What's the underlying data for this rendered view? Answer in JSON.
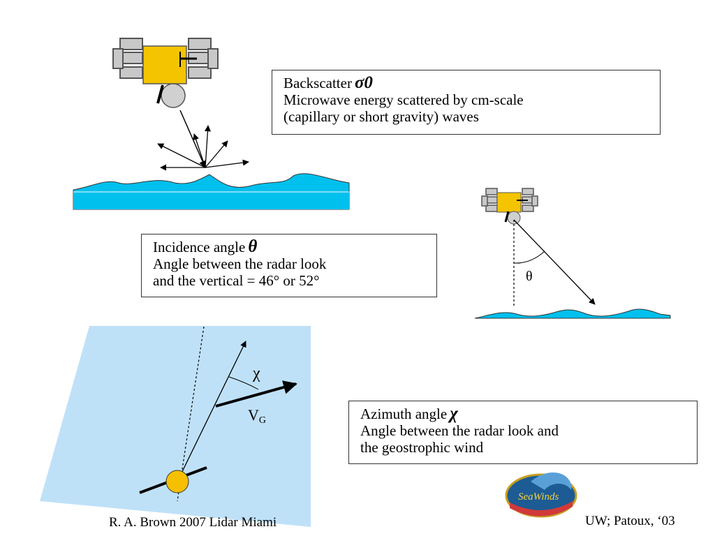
{
  "backscatter": {
    "title": "Backscatter",
    "symbol": "σ0",
    "line2": "Microwave energy scattered by cm-scale",
    "line3": "(capillary or short gravity) waves"
  },
  "incidence": {
    "title": "Incidence angle",
    "symbol": "θ",
    "line2": "Angle between the radar look",
    "line3": "and the vertical = 46° or 52°",
    "diagram_label": "θ"
  },
  "azimuth": {
    "title": "Azimuth angle",
    "symbol": "χ",
    "line2": "Angle between the radar look and",
    "line3": "the geostrophic wind",
    "diagram_angle_label": "χ",
    "wind_label_main": "V",
    "wind_label_sub": "G"
  },
  "logo": {
    "text": "SeaWinds"
  },
  "footer": {
    "left": "R. A. Brown 2007 Lidar Miami",
    "right": "UW; Patoux, ‘03"
  },
  "colors": {
    "ocean": "#00c0ee",
    "sky_panel": "#bfe1f8",
    "satellite_body": "#f5c400",
    "solar_panel": "#c8c8c8",
    "sun_ball": "#f6c000"
  }
}
